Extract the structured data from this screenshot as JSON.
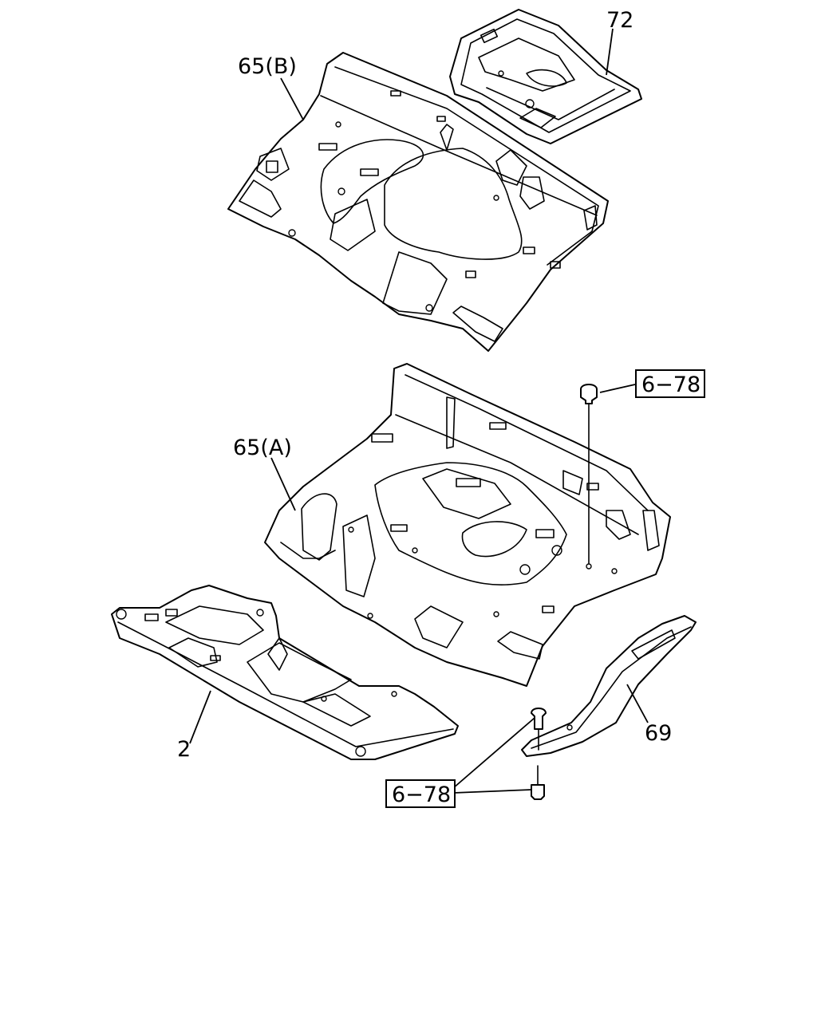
{
  "callouts": {
    "part_72": "72",
    "part_65b": "65(B)",
    "part_65a": "65(A)",
    "part_2": "2",
    "part_69": "69"
  },
  "references": {
    "ref_top": "6−78",
    "ref_bottom": "6−78"
  }
}
